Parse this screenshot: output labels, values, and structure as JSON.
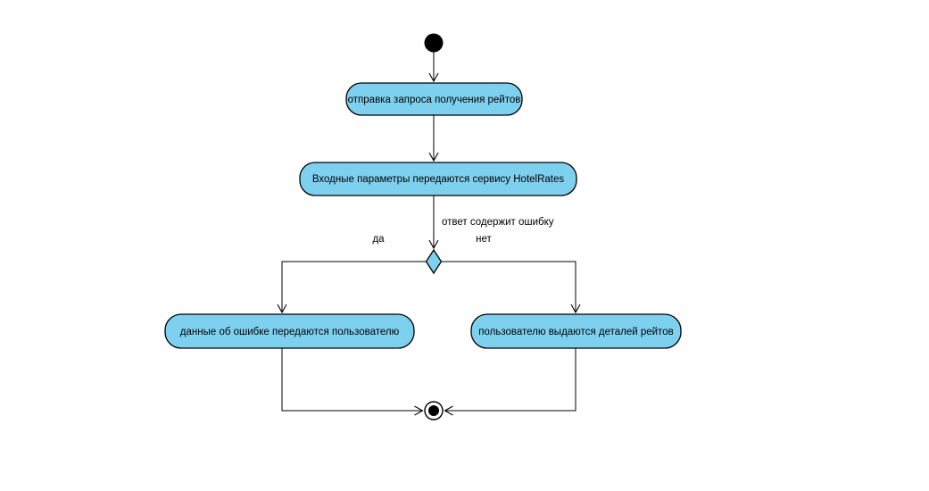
{
  "diagram": {
    "type": "uml-activity-diagram",
    "colors": {
      "node_fill": "#7ed0ef",
      "node_stroke": "#000000",
      "edge": "#000000",
      "background": "#ffffff"
    },
    "nodes": {
      "start": {
        "type": "initial-node"
      },
      "send_request": {
        "label": "отправка запроса получения рейтов"
      },
      "pass_params": {
        "label": "Входные параметры передаются сервису HotelRates"
      },
      "decision": {
        "type": "decision-node"
      },
      "error_to_user": {
        "label": "данные об ошибке передаются пользователю"
      },
      "rates_to_user": {
        "label": "пользователю выдаются деталей рейтов"
      },
      "end": {
        "type": "activity-final-node"
      }
    },
    "edge_labels": {
      "condition": "ответ содержит ошибку",
      "yes": "да",
      "no": "нет"
    }
  }
}
